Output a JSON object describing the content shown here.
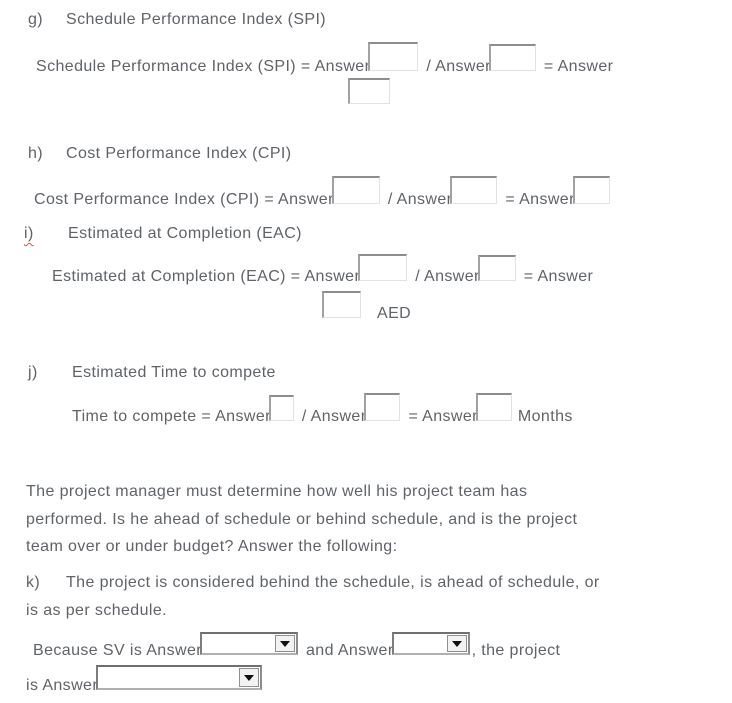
{
  "page": {
    "background_color": "#ffffff",
    "text_color": "#5f6368",
    "accent_border_dark": "#8d8d8d",
    "accent_border_light": "#e2e2e2",
    "squiggle_color": "#d94f4f"
  },
  "sections": {
    "g": {
      "letter": "g)",
      "title": "Schedule Performance Index (SPI)",
      "formula": {
        "lhs": "Schedule Performance Index (SPI) = Answer",
        "divide": "/ Answer",
        "equals": "= Answer"
      }
    },
    "h": {
      "letter": "h)",
      "title": "Cost Performance Index (CPI)",
      "formula": {
        "lhs": "Cost Performance Index (CPI) = Answer",
        "divide": "/ Answer",
        "equals": "= Answer"
      }
    },
    "i": {
      "letter": "i)",
      "title": "Estimated at Completion (EAC)",
      "formula": {
        "lhs": "Estimated at Completion (EAC) = Answer",
        "divide": "/ Answer",
        "equals": "= Answer"
      },
      "unit": "AED"
    },
    "j": {
      "letter": "j)",
      "title": "Estimated Time to compete",
      "formula": {
        "lhs": "Time to compete = Answer",
        "divide": "/ Answer",
        "equals": "= Answer"
      },
      "unit": "Months"
    },
    "k": {
      "letter": "k)",
      "line1": "The project is considered behind the schedule, is ahead of schedule, or",
      "line2": "is as per schedule."
    }
  },
  "paragraph": {
    "lines": [
      "The project manager must determine how well his project team has",
      "performed. Is he ahead of schedule or behind schedule, and is the project",
      "team over or under budget? Answer the following:"
    ]
  },
  "conclusion": {
    "because_prefix": "Because SV is Answer",
    "and_text": "and Answer",
    "comma_text": ", the project",
    "is_prefix": "is Answer"
  },
  "widgets": {
    "answer_box_value": "",
    "dropdown_selected_value": "",
    "dropdown_icon": "chevron-down"
  }
}
